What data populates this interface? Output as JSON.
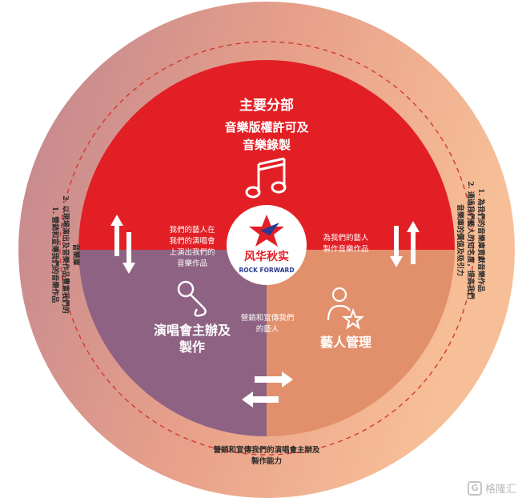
{
  "center_logo": {
    "brand_cn": "风华秋实",
    "brand_en": "ROCK FORWARD"
  },
  "segments": {
    "top": {
      "title": "主要分部",
      "line1": "音樂版權許可及",
      "line2": "音樂錄製",
      "icon": "music-note-icon",
      "color": "#e31f26"
    },
    "left": {
      "line1": "演唱會主辦及",
      "line2": "製作",
      "icon": "microphone-icon",
      "color": "#8e6282"
    },
    "right": {
      "title": "藝人管理",
      "icon": "artist-star-icon",
      "color": "#e2906b"
    }
  },
  "inner_notes": {
    "left_arrow_note": [
      "我們的藝人在",
      "我們的演唱會",
      "上演出我們的",
      "音樂作品"
    ],
    "right_arrow_note": [
      "為我們的藝人",
      "製作音樂作品"
    ],
    "center_bottom_note": [
      "營銷和宣傳我們",
      "的藝人"
    ]
  },
  "outer_notes": {
    "left": [
      "1. 營銷和宣傳我們的音樂作品",
      "2. 以現場演出及音樂作品豐富我們的",
      "音樂庫"
    ],
    "right": [
      "1. 為我們的音樂庫貢獻音樂作品",
      "2. 通過我們藝人的知名度，提高我們",
      "音樂庫的價值及吸引力"
    ],
    "bottom": [
      "營銷和宣傳我們的演唱會主辦及",
      "製作能力"
    ]
  },
  "watermark": {
    "text": "格隆汇",
    "mark": "G"
  },
  "colors": {
    "outer_ring_left": "#c98f95",
    "outer_ring_right": "#f6b894",
    "top_segment": "#e31f26",
    "left_segment": "#8e6282",
    "right_segment": "#e2906b",
    "dashed_circle": "#d4392f",
    "text_light": "#ffffff",
    "text_dark": "#2a2a2a"
  }
}
